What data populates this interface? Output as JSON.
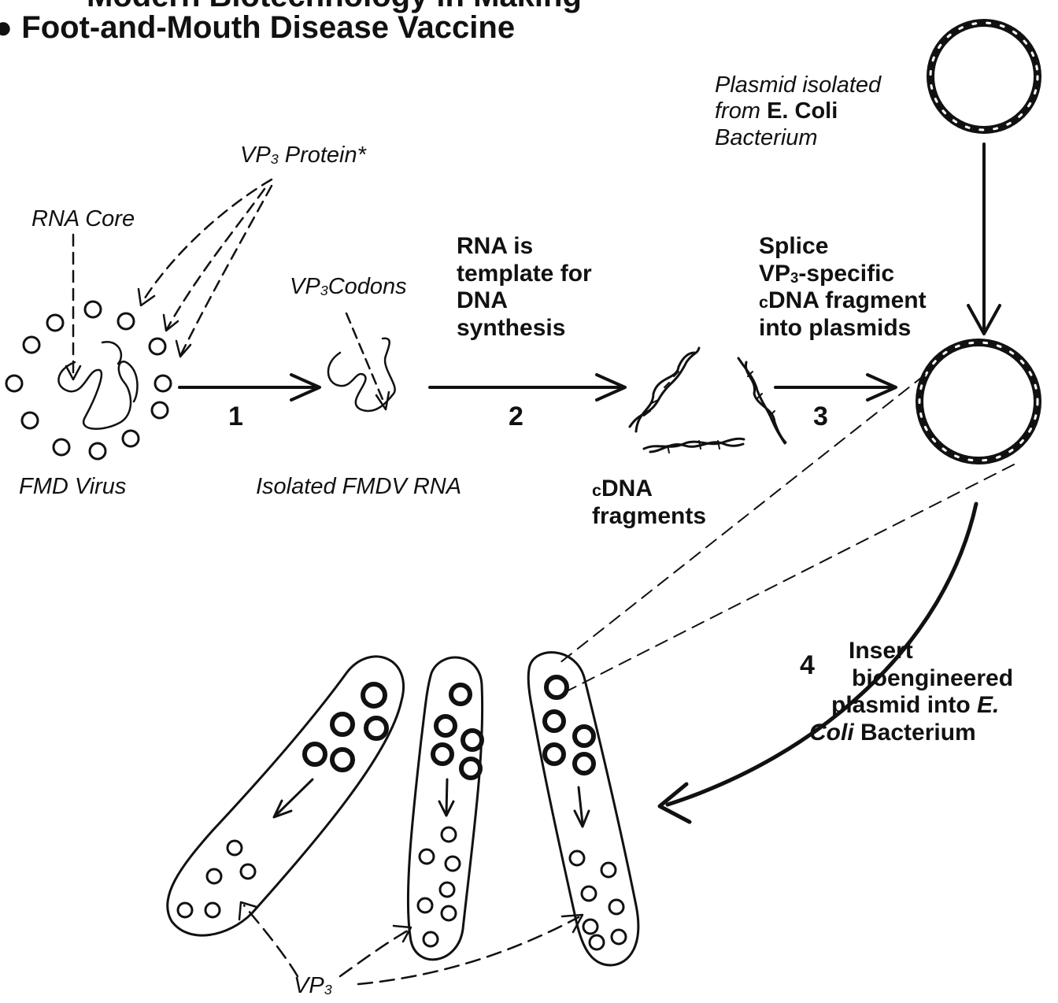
{
  "title_partial": "Modern Biotechnology in Making",
  "title": "Foot-and-Mouth Disease Vaccine",
  "plasmid_label": [
    "Plasmid isolated",
    "from",
    "E. Coli",
    "Bacterium"
  ],
  "vp3_protein": {
    "pre": "VP",
    "sub": "3",
    "post": " Protein*"
  },
  "rna_core": "RNA Core",
  "vp3_codons": {
    "pre": "VP",
    "sub": "3",
    "post": "Codons"
  },
  "step2_text": [
    "RNA is",
    "template for",
    "DNA",
    "synthesis"
  ],
  "step3_text": {
    "line1": "Splice",
    "line2_pre": "VP",
    "line2_sub": "3",
    "line2_post": "-specific",
    "line3_small": "c",
    "line3_rest": "DNA fragment",
    "line4": "into plasmids"
  },
  "fmd_virus": "FMD Virus",
  "isolated_rna": "Isolated FMDV RNA",
  "cdna_label": {
    "small": "c",
    "rest": "DNA",
    "line2": "fragments"
  },
  "step_numbers": [
    "1",
    "2",
    "3",
    "4"
  ],
  "step4_text": {
    "line1": "Insert",
    "line2": "bioengineered",
    "line3_pre": "plasmid into ",
    "line3_it": "E.",
    "line4_it": "Coli",
    "line4_post": " Bacterium"
  },
  "vp3_bottom": {
    "pre": "VP",
    "sub": "3"
  },
  "colors": {
    "ink": "#111111",
    "background": "#ffffff"
  }
}
